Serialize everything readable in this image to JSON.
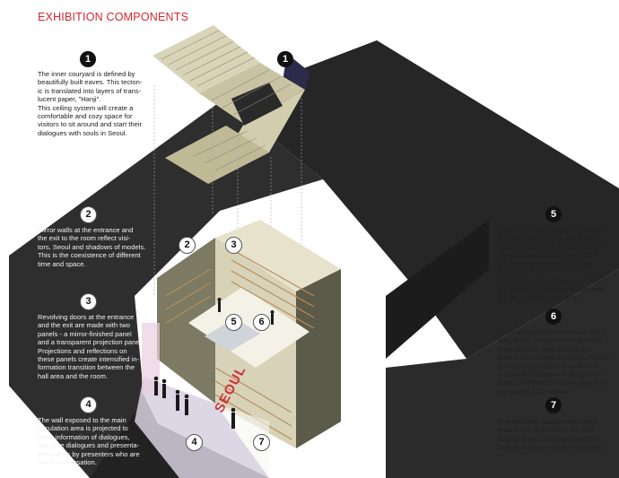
{
  "title": "EXHIBITION COMPONENTS",
  "sign_text": "SEOUL",
  "colors": {
    "title_red": "#d8262e",
    "dark_volume": "#2b2b2b",
    "floor_glow": "#f4f1e6",
    "shelf_wood": "#b58f5c"
  },
  "components": [
    {
      "id": "c1a",
      "number": "1",
      "style": "black",
      "lines": [
        "The inner couryard is defined by",
        "beautifully built eaves. This tecton-",
        "ic is translated into layers of trans-",
        "lucent paper, \"Hanji\".",
        "This ceiling system will create a",
        "comfortable and cozy space for",
        "visitors to sit around and start their",
        "dialogues with souls in Seoul."
      ]
    },
    {
      "id": "c2",
      "number": "2",
      "style": "white",
      "lines": [
        "Mirror walls at the entrance and",
        "the exit to the room reflect visi-",
        "tors, Seoul and shadows of models.",
        "This is the coexistence of different",
        "time and space."
      ]
    },
    {
      "id": "c3",
      "number": "3",
      "style": "white",
      "lines": [
        "Revolving doors at the entrance",
        "and the exit are made with two",
        "panels - a mirror-finished panel",
        "and a transparent projection panel.",
        "Projections and reflections on",
        "these panels create intensified in-",
        "formation transition between the",
        "hall area and the room."
      ]
    },
    {
      "id": "c4",
      "number": "4",
      "style": "white",
      "lines": [
        "The wall exposed to the main",
        "circulation area is projected to",
        "show information of dialogues,",
        "real-time dialogues and presenta-",
        "tion videos by presenters who are",
        "not in conversation."
      ]
    },
    {
      "id": "c5",
      "number": "5",
      "style": "black",
      "lines": [
        "Visitors can start to talk with exhibi-",
        "tors via smart phones and tablets",
        "placed in the room. Those dialogues",
        "are shared with people outside of",
        "the room by the real-time projec-",
        "tion.",
        "Light of the shelves where models in",
        "the process of dialogue are located",
        "are on to inform the status."
      ]
    },
    {
      "id": "c6",
      "number": "6",
      "style": "black",
      "lines": [
        "Collected architectural models from",
        "volunteers, competition organizers,",
        "municipalities, and schools are",
        "placed on cardboard shelves. Exhibit",
        "participants produce short films to",
        "explain their ideas and design con-",
        "cepts, and these films are played on",
        "the central LCD display."
      ]
    },
    {
      "id": "c7",
      "number": "7",
      "style": "black",
      "lines": [
        "The real-time images from Seoul",
        "Station are projected to the LFD",
        "display floors and superposed by",
        "visitors to Seoul Hall at UIA Durban."
      ]
    }
  ],
  "extra_badges": [
    {
      "id": "ceiling-right",
      "number": "1",
      "style": "black"
    },
    {
      "id": "model-2",
      "number": "2",
      "style": "white"
    },
    {
      "id": "model-3",
      "number": "3",
      "style": "white"
    },
    {
      "id": "model-5",
      "number": "5",
      "style": "white"
    },
    {
      "id": "model-6",
      "number": "6",
      "style": "white"
    },
    {
      "id": "model-4",
      "number": "4",
      "style": "white"
    },
    {
      "id": "model-7",
      "number": "7",
      "style": "white"
    }
  ]
}
